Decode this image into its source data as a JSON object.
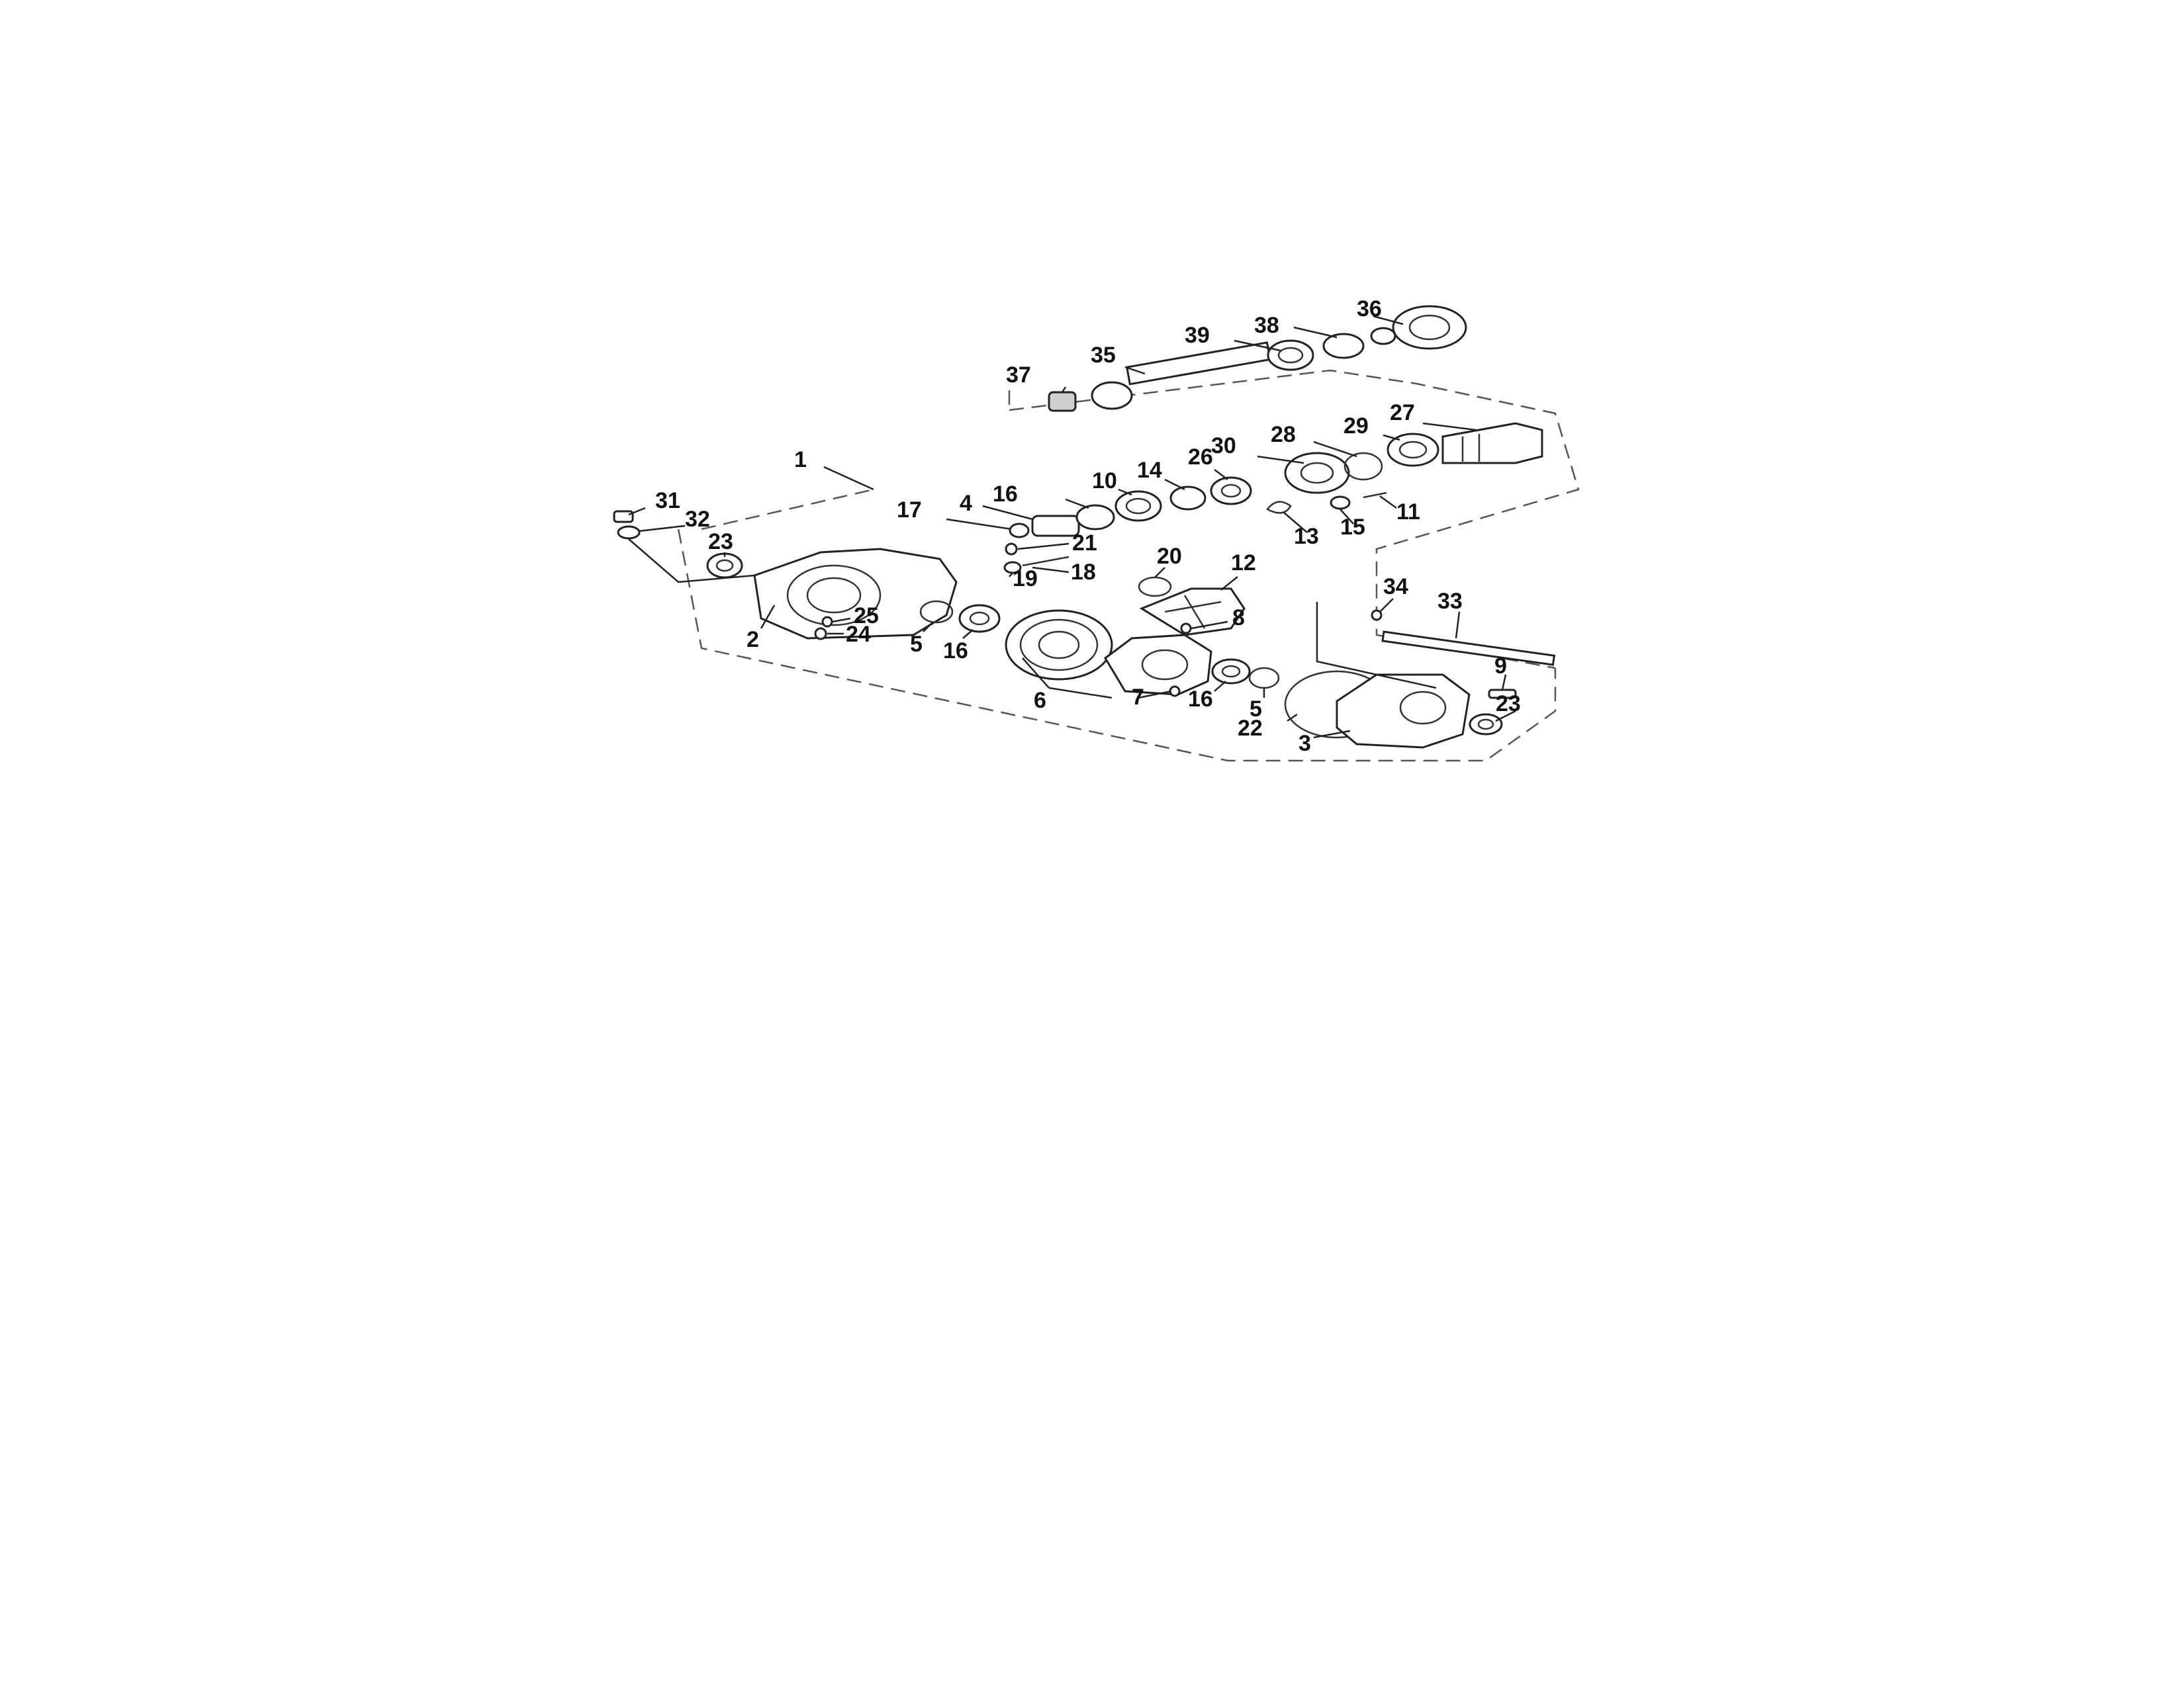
{
  "callouts": [
    "1",
    "2",
    "3",
    "4",
    "5",
    "5",
    "6",
    "7",
    "8",
    "9",
    "10",
    "11",
    "12",
    "13",
    "14",
    "15",
    "16",
    "16",
    "16",
    "17",
    "18",
    "19",
    "20",
    "21",
    "22",
    "23",
    "23",
    "24",
    "25",
    "26",
    "27",
    "28",
    "29",
    "30",
    "31",
    "32",
    "33",
    "34",
    "35",
    "36",
    "37",
    "38",
    "39"
  ]
}
